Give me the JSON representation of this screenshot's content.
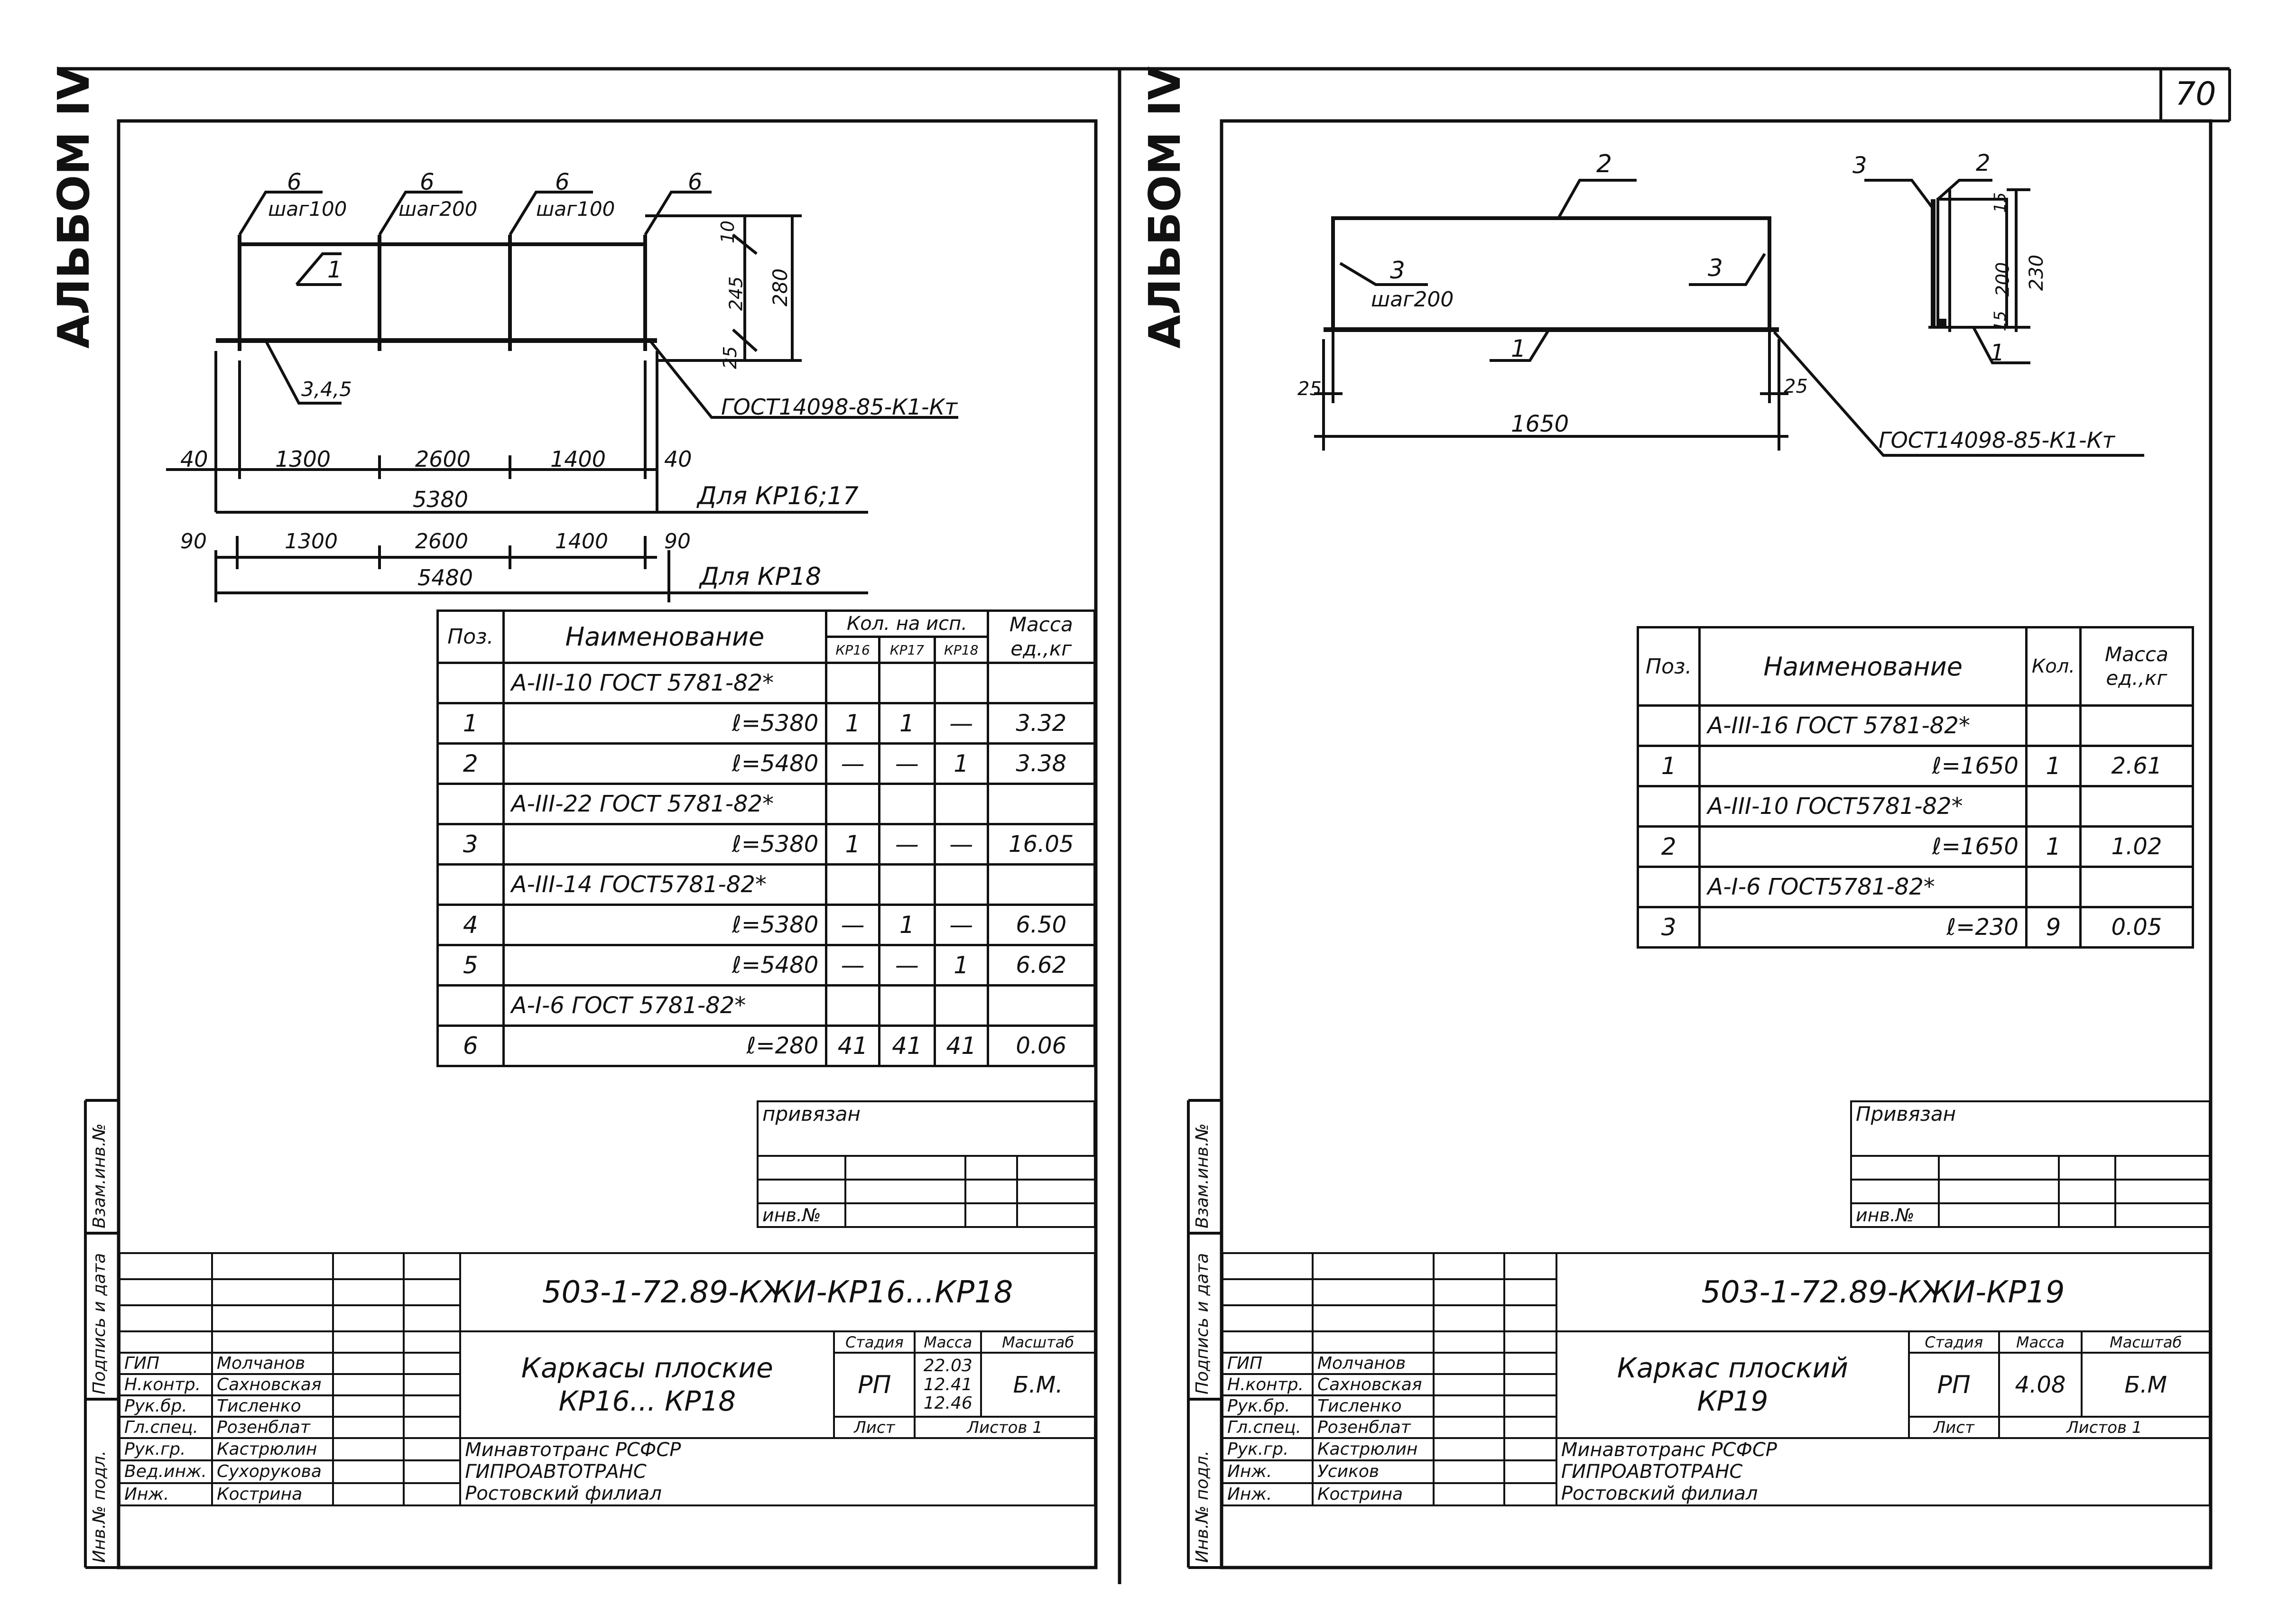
{
  "page_number": "70",
  "album_label": "АЛЬБОМ IV",
  "left_sheet": {
    "callouts": {
      "pos6_a": "6",
      "step_a": "шаг100",
      "pos6_b": "6",
      "step_b": "шаг200",
      "pos6_c": "6",
      "step_c": "шаг100",
      "pos6_d": "6",
      "pos1": "1",
      "pos345": "3,4,5",
      "gost_weld": "ГОСТ14098-85-К1-Кт"
    },
    "dims": {
      "d10": "10",
      "d245": "245",
      "d280": "280",
      "d25": "25",
      "row1": [
        "40",
        "1300",
        "2600",
        "1400",
        "40"
      ],
      "total1": "5380",
      "for1": "Для КР16;17",
      "row2": [
        "90",
        "1300",
        "2600",
        "1400",
        "90"
      ],
      "total2": "5480",
      "for2": "Для КР18"
    },
    "spec": {
      "h_pos": "Поз.",
      "h_name": "Наименование",
      "h_qty": "Кол. на исп.",
      "h_qty_cols": [
        "КР16",
        "КР17",
        "КР18"
      ],
      "h_mass": "Масса ед.,кг",
      "rows": [
        {
          "pos": "",
          "name": "А-III-10 ГОСТ 5781-82*",
          "header": true,
          "q1": "",
          "q2": "",
          "q3": "",
          "m": ""
        },
        {
          "pos": "1",
          "name": "ℓ=5380",
          "q1": "1",
          "q2": "1",
          "q3": "—",
          "m": "3.32"
        },
        {
          "pos": "2",
          "name": "ℓ=5480",
          "q1": "—",
          "q2": "—",
          "q3": "1",
          "m": "3.38"
        },
        {
          "pos": "",
          "name": "А-III-22 ГОСТ 5781-82*",
          "header": true,
          "q1": "",
          "q2": "",
          "q3": "",
          "m": ""
        },
        {
          "pos": "3",
          "name": "ℓ=5380",
          "q1": "1",
          "q2": "—",
          "q3": "—",
          "m": "16.05"
        },
        {
          "pos": "",
          "name": "А-III-14 ГОСТ5781-82*",
          "header": true,
          "q1": "",
          "q2": "",
          "q3": "",
          "m": ""
        },
        {
          "pos": "4",
          "name": "ℓ=5380",
          "q1": "—",
          "q2": "1",
          "q3": "—",
          "m": "6.50"
        },
        {
          "pos": "5",
          "name": "ℓ=5480",
          "q1": "—",
          "q2": "—",
          "q3": "1",
          "m": "6.62"
        },
        {
          "pos": "",
          "name": "А-I-6 ГОСТ 5781-82*",
          "header": true,
          "q1": "",
          "q2": "",
          "q3": "",
          "m": ""
        },
        {
          "pos": "6",
          "name": "ℓ=280",
          "q1": "41",
          "q2": "41",
          "q3": "41",
          "m": "0.06"
        }
      ]
    },
    "privyazan": "привязан",
    "inv_no": "инв.№",
    "code": "503-1-72.89-КЖИ-КР16...КР18",
    "title": "Каркасы плоские",
    "title2": "КР16... КР18",
    "stage_h": "Стадия",
    "mass_h": "Масса",
    "scale_h": "Масштаб",
    "stage": "РП",
    "mass": [
      "22.03",
      "12.41",
      "12.46"
    ],
    "scale": "Б.М.",
    "sheet_h": "Лист",
    "sheets_h": "Листов 1",
    "org": [
      "Минавтотранс РСФСР",
      "ГИПРОАВТОТРАНС",
      "Ростовский филиал"
    ],
    "people": [
      {
        "role": "ГИП",
        "name": "Молчанов"
      },
      {
        "role": "Н.контр.",
        "name": "Сахновская"
      },
      {
        "role": "Рук.бр.",
        "name": "Тисленко"
      },
      {
        "role": "Гл.спец.",
        "name": "Розенблат"
      },
      {
        "role": "Рук.гр.",
        "name": "Кастрюлин"
      },
      {
        "role": "Вед.инж.",
        "name": "Сухорукова"
      },
      {
        "role": "Инж.",
        "name": "Кострина"
      }
    ],
    "side_labels": [
      "Инв.№ подл.",
      "Подпись и дата",
      "Взам.инв.№"
    ]
  },
  "right_sheet": {
    "callouts": {
      "pos2": "2",
      "pos3a": "3",
      "step": "шаг200",
      "pos3b": "3",
      "pos1": "1",
      "sec_pos3": "3",
      "sec_pos2": "2",
      "sec_pos1": "1",
      "gost_weld": "ГОСТ14098-85-К1-Кт"
    },
    "dims": {
      "d25a": "25",
      "d25b": "25",
      "d1650": "1650",
      "s15a": "15",
      "s200": "200",
      "s15b": "15",
      "s230": "230"
    },
    "spec": {
      "h_pos": "Поз.",
      "h_name": "Наименование",
      "h_qty": "Кол.",
      "h_mass": "Масса ед.,кг",
      "rows": [
        {
          "pos": "",
          "name": "А-III-16 ГОСТ 5781-82*",
          "header": true,
          "q": "",
          "m": ""
        },
        {
          "pos": "1",
          "name": "ℓ=1650",
          "q": "1",
          "m": "2.61"
        },
        {
          "pos": "",
          "name": "А-III-10 ГОСТ5781-82*",
          "header": true,
          "q": "",
          "m": ""
        },
        {
          "pos": "2",
          "name": "ℓ=1650",
          "q": "1",
          "m": "1.02"
        },
        {
          "pos": "",
          "name": "А-I-6 ГОСТ5781-82*",
          "header": true,
          "q": "",
          "m": ""
        },
        {
          "pos": "3",
          "name": "ℓ=230",
          "q": "9",
          "m": "0.05"
        }
      ]
    },
    "privyazan": "Привязан",
    "inv_no": "инв.№",
    "code": "503-1-72.89-КЖИ-КР19",
    "title": "Каркас плоский",
    "title2": "КР19",
    "stage_h": "Стадия",
    "mass_h": "Масса",
    "scale_h": "Масштаб",
    "stage": "РП",
    "mass": "4.08",
    "scale": "Б.М",
    "sheet_h": "Лист",
    "sheets_h": "Листов 1",
    "org": [
      "Минавтотранс РСФСР",
      "ГИПРОАВТОТРАНС",
      "Ростовский филиал"
    ],
    "people": [
      {
        "role": "ГИП",
        "name": "Молчанов"
      },
      {
        "role": "Н.контр.",
        "name": "Сахновская"
      },
      {
        "role": "Рук.бр.",
        "name": "Тисленко"
      },
      {
        "role": "Гл.спец.",
        "name": "Розенблат"
      },
      {
        "role": "Рук.гр.",
        "name": "Кастрюлин"
      },
      {
        "role": "Инж.",
        "name": "Усиков"
      },
      {
        "role": "Инж.",
        "name": "Кострина"
      }
    ],
    "side_labels": [
      "Инв.№ подл.",
      "Подпись и дата",
      "Взам.инв.№"
    ]
  }
}
